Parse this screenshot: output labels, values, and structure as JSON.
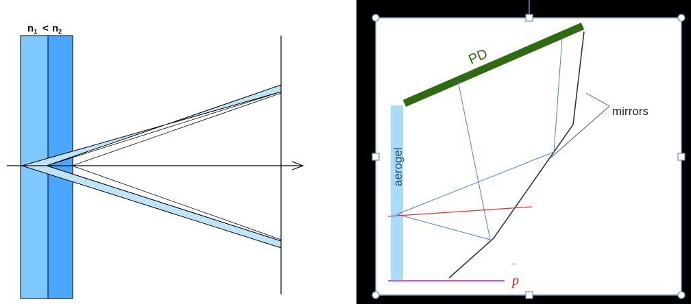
{
  "left_diagram": {
    "index_label_n1": "n",
    "index_label_n1_sub": "1",
    "index_label_lt": "<",
    "index_label_n2": "n",
    "index_label_n2_sub": "2",
    "colors": {
      "layer1": "#7cc8ff",
      "layer2": "#4aa6ff",
      "cone": "#bfe3f7",
      "line": "#000000"
    }
  },
  "right_diagram": {
    "photodetector_label": "PD",
    "aerogel_label": "aerogel",
    "mirrors_label": "mirrors",
    "particle_label": "p",
    "particle_label_accent": "‾",
    "colors": {
      "photodetector": "#2f6b10",
      "aerogel": "#a9dcf5",
      "aerogel_text": "#1c4a78",
      "photon_rays": "#4a7fd6",
      "particle_track": "#e03030",
      "beam": "#ee44ee",
      "mirror": "#333333",
      "selection_frame": "#6a8fb8"
    }
  }
}
